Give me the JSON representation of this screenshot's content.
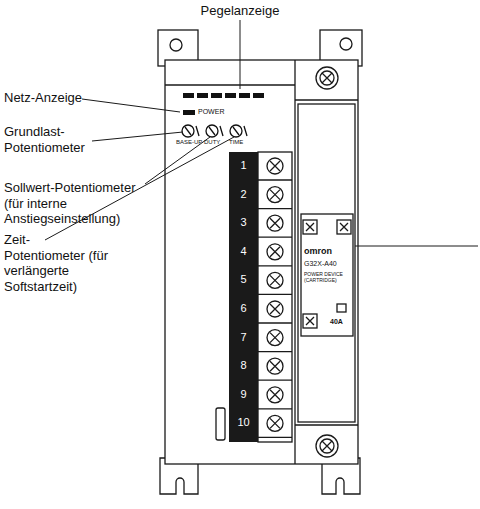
{
  "diagram": {
    "labels": [
      "Pegelanzeige",
      "Netz-Anzeige",
      "Grundlast-Potentiometer",
      "Sollwert-Potentiometer (für interne Anstiegseinstellung)",
      "Zeit-Potentiometer (für verlängerte Softstartzeit)",
      "POWER",
      "BASE-UP",
      "DUTY",
      "TIME",
      "1",
      "2",
      "3",
      "4",
      "5",
      "6",
      "7",
      "8",
      "9",
      "10",
      "omron",
      "G32X-A40",
      "POWER DEVICE (CARTRIDGE)",
      "40A"
    ]
  }
}
